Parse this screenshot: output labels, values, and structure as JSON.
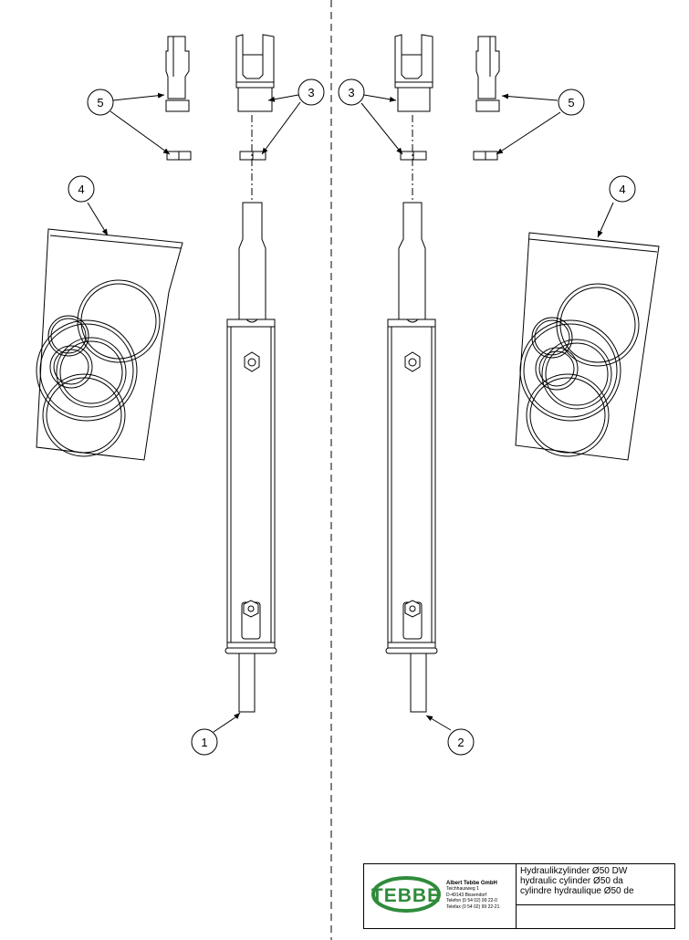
{
  "callouts": {
    "c1": "1",
    "c2": "2",
    "c3a": "3",
    "c3b": "3",
    "c4a": "4",
    "c4b": "4",
    "c5a": "5",
    "c5b": "5"
  },
  "title_block": {
    "logo_text": "TEBBE",
    "company_name": "Albert Tebbe GmbH",
    "address_line_1": "Teichhausweg 1",
    "address_line_2": "D-49143 Bissendorf",
    "phone": "Telefon (0 54 02) 99 22-0",
    "fax": "Telefax (0 54 02) 99 22-21",
    "description_de": "Hydraulikzylinder Ø50 DW",
    "description_en": "hydraulic cylinder Ø50 da",
    "description_fr": "cylindre hydraulique Ø50 de"
  },
  "colors": {
    "line": "#000000",
    "logo_green": "#2e8b3a"
  }
}
